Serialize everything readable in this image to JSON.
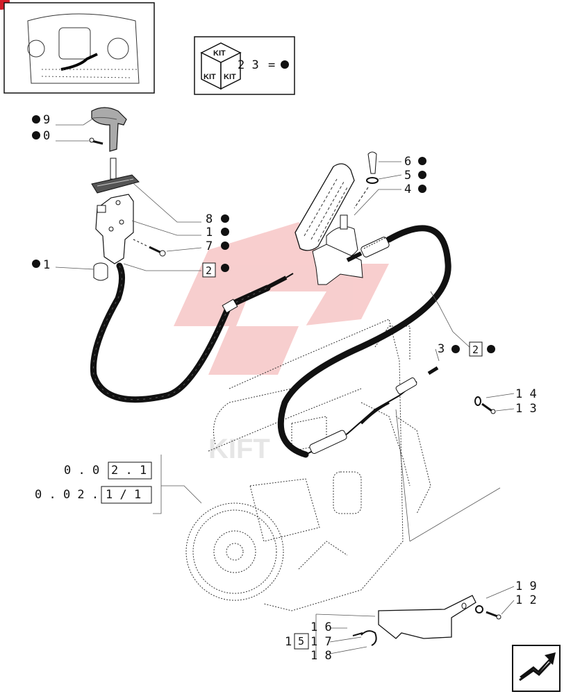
{
  "kit_box": {
    "kit_word_top": "KIT",
    "kit_word_left": "KIT",
    "kit_word_right": "KIT",
    "number": "2 3",
    "equals": "="
  },
  "callouts": {
    "c9": "9",
    "c10": "0",
    "c8": "8",
    "c1a": "1",
    "c7": "7",
    "c2a": "2",
    "c1b": "1",
    "c6": "6",
    "c5": "5",
    "c4": "4",
    "c3": "3",
    "c2b": "2",
    "c14": "1 4",
    "c13": "1 3",
    "c19": "1 9",
    "c12": "1 2",
    "c16": "1 6",
    "c15": "1",
    "c15box": "5",
    "c17": "1 7",
    "c18": "1 8"
  },
  "refs": {
    "ref1_prefix": "0 . 0",
    "ref1_box": "2 . 1",
    "ref2_prefix": "0 . 0 2 .",
    "ref2_box": "1 / 1"
  },
  "colors": {
    "ink": "#111111",
    "watermark": "#f3b8b8",
    "badge": "#d21f2a"
  },
  "icons": [
    "kit-cube-icon",
    "next-page-arrow-icon",
    "tractor-location-thumbnail"
  ]
}
